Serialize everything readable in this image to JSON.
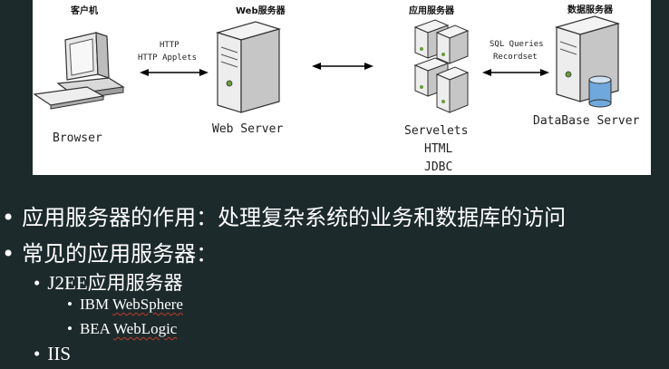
{
  "diagram": {
    "client_label": "客户机",
    "web_label": "Web服务器",
    "app_label": "应用服务器",
    "db_label": "数据服务器",
    "browser_caption": "Browser",
    "web_caption": "Web Server",
    "app_caption": [
      "Servelets",
      "HTML",
      "JDBC"
    ],
    "db_caption": "DataBase Server",
    "link1_labels": [
      "HTTP",
      "HTTP Applets"
    ],
    "link3_labels": [
      "SQL Queries",
      "Recordset"
    ]
  },
  "bullets": {
    "b1": "应用服务器的作用：处理复杂系统的业务和数据库的访问",
    "b2": "常见的应用服务器：",
    "b2_1": "J2EE应用服务器",
    "b2_1_1_prefix": "IBM ",
    "b2_1_1_word": "WebSphere",
    "b2_1_2_prefix": "BEA ",
    "b2_1_2_word": "WebLogic",
    "b2_2": "IIS",
    "bullet_char": "•"
  }
}
